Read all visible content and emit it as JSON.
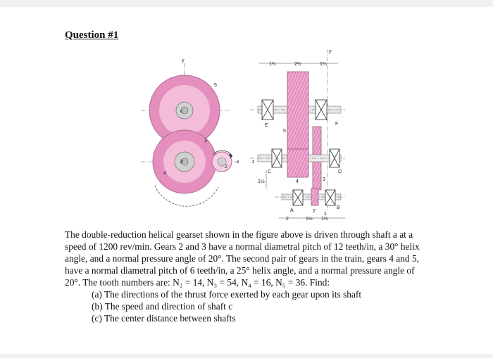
{
  "title": "Question #1",
  "figure": {
    "labels": {
      "y_left": "y",
      "y_right": "y",
      "x": "x",
      "z": "z",
      "gear_5": "5",
      "gear_4": "4",
      "gear_3": "3",
      "gear_2": "2",
      "shaft_b": "b",
      "shaft_c": "c",
      "bearing_E": "E",
      "bearing_F": "F",
      "bearing_C": "C",
      "bearing_D": "D",
      "bearing_A": "A",
      "bearing_B": "B",
      "gear5_side": "5",
      "gear4_side": "4",
      "gear3_side": "3",
      "gear2_side": "2",
      "dim_1": "1",
      "dim_top_a": "1¼",
      "dim_top_b": "2½",
      "dim_top_c": "1¼",
      "dim_mid": "1½",
      "dim_bot_a": "2",
      "dim_bot_b": "1½",
      "dim_bot_c": "1½"
    }
  },
  "problem": {
    "paragraph": "The double-reduction helical gearset shown in the figure above is driven through shaft a at a speed of 1200 rev/min. Gears 2 and 3 have a normal diametral pitch of 12 teeth/in, a 30° helix angle, and a normal pressure angle of 20°. The second pair of gears in the train, gears 4 and 5, have a normal diametral pitch of 6 teeth/in, a 25° helix angle, and a normal pressure angle of 20°. The tooth numbers are: N₂ = 14, N₃ = 54, N₄ = 16, N₅ = 36. Find:",
    "items": [
      "(a) The directions of the thrust force exerted by each gear upon its shaft",
      "(b) The speed and direction of shaft c",
      "(c) The center distance between shafts"
    ]
  },
  "colors": {
    "gear_pink": "#e58fbf",
    "gear_light": "#f6cfe4",
    "hub_gray": "#cfcfcf"
  }
}
